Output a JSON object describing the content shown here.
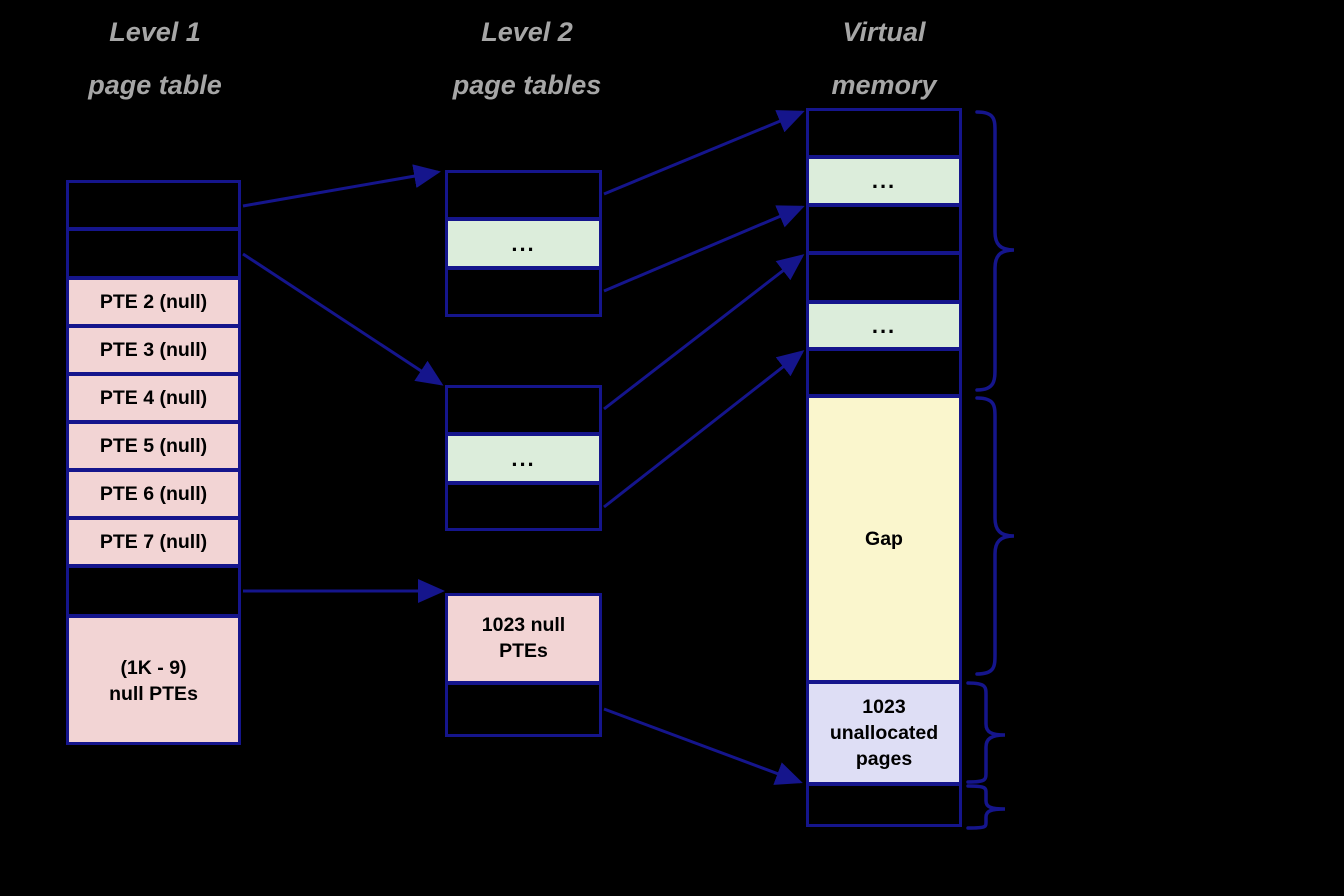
{
  "diagram": {
    "title": "Two-level page table mapping to virtual memory",
    "background_color": "#000000",
    "line_color": "#15158c",
    "heading_color": "#a6a6a6"
  },
  "headings": {
    "level1": "Level 1\npage table",
    "level2": "Level 2\npage tables",
    "vm": "Virtual\nmemory"
  },
  "level1_table": {
    "name": "Level 1 page table",
    "rows": [
      {
        "label": "",
        "fill": "#000000"
      },
      {
        "label": "",
        "fill": "#000000"
      },
      {
        "label": "PTE 2 (null)",
        "fill": "#f2d4d4"
      },
      {
        "label": "PTE 3 (null)",
        "fill": "#f2d4d4"
      },
      {
        "label": "PTE 4 (null)",
        "fill": "#f2d4d4"
      },
      {
        "label": "PTE 5 (null)",
        "fill": "#f2d4d4"
      },
      {
        "label": "PTE 6 (null)",
        "fill": "#f2d4d4"
      },
      {
        "label": "PTE 7 (null)",
        "fill": "#f2d4d4"
      },
      {
        "label": "",
        "fill": "#000000"
      },
      {
        "label": "(1K - 9)\nnull PTEs",
        "fill": "#f2d4d4"
      }
    ]
  },
  "level2_tables": [
    {
      "name": "level-2-table-1",
      "rows": [
        {
          "label": "",
          "fill": "#000000"
        },
        {
          "label": "...",
          "fill": "#dceddb"
        },
        {
          "label": "",
          "fill": "#000000"
        }
      ]
    },
    {
      "name": "level-2-table-2",
      "rows": [
        {
          "label": "",
          "fill": "#000000"
        },
        {
          "label": "...",
          "fill": "#dceddb"
        },
        {
          "label": "",
          "fill": "#000000"
        }
      ]
    },
    {
      "name": "level-2-table-3",
      "rows": [
        {
          "label": "1023 null\nPTEs",
          "fill": "#f2d4d4"
        },
        {
          "label": "",
          "fill": "#000000"
        }
      ]
    }
  ],
  "virtual_memory": {
    "name": "Virtual memory column",
    "rows": [
      {
        "label": "",
        "fill": "#000000"
      },
      {
        "label": "...",
        "fill": "#dceddb"
      },
      {
        "label": "",
        "fill": "#000000"
      },
      {
        "label": "",
        "fill": "#000000"
      },
      {
        "label": "...",
        "fill": "#dceddb"
      },
      {
        "label": "",
        "fill": "#000000"
      },
      {
        "label": "Gap",
        "fill": "#faf6cd"
      },
      {
        "label": "1023\nunallocated\npages",
        "fill": "#dedef5"
      },
      {
        "label": "",
        "fill": "#000000"
      }
    ]
  },
  "braces": [
    {
      "name": "brace-allocated-region",
      "label": ""
    },
    {
      "name": "brace-gap-region",
      "label": ""
    },
    {
      "name": "brace-unallocated-pages",
      "label": ""
    },
    {
      "name": "brace-bottom-region",
      "label": ""
    }
  ],
  "connectors": [
    {
      "name": "arrow-l1-row0-to-l2-table1",
      "from": "level1 row 0",
      "to": "level-2-table-1"
    },
    {
      "name": "arrow-l1-row1-to-l2-table2",
      "from": "level1 row 1",
      "to": "level-2-table-2"
    },
    {
      "name": "arrow-l1-row8-to-l2-table3",
      "from": "level1 row 8",
      "to": "level-2-table-3"
    },
    {
      "name": "arrow-l2t1-row0-to-vm-row0",
      "from": "level-2-table-1 row 0",
      "to": "virtual memory row 0"
    },
    {
      "name": "arrow-l2t1-row2-to-vm-row2",
      "from": "level-2-table-1 row 2",
      "to": "virtual memory row 2"
    },
    {
      "name": "arrow-l2t2-row0-to-vm-row3",
      "from": "level-2-table-2 row 0",
      "to": "virtual memory row 3"
    },
    {
      "name": "arrow-l2t2-row2-to-vm-row5",
      "from": "level-2-table-2 row 2",
      "to": "virtual memory row 5"
    },
    {
      "name": "arrow-l2t3-row1-to-vm-row8",
      "from": "level-2-table-3 row 1",
      "to": "virtual memory row 8"
    }
  ]
}
